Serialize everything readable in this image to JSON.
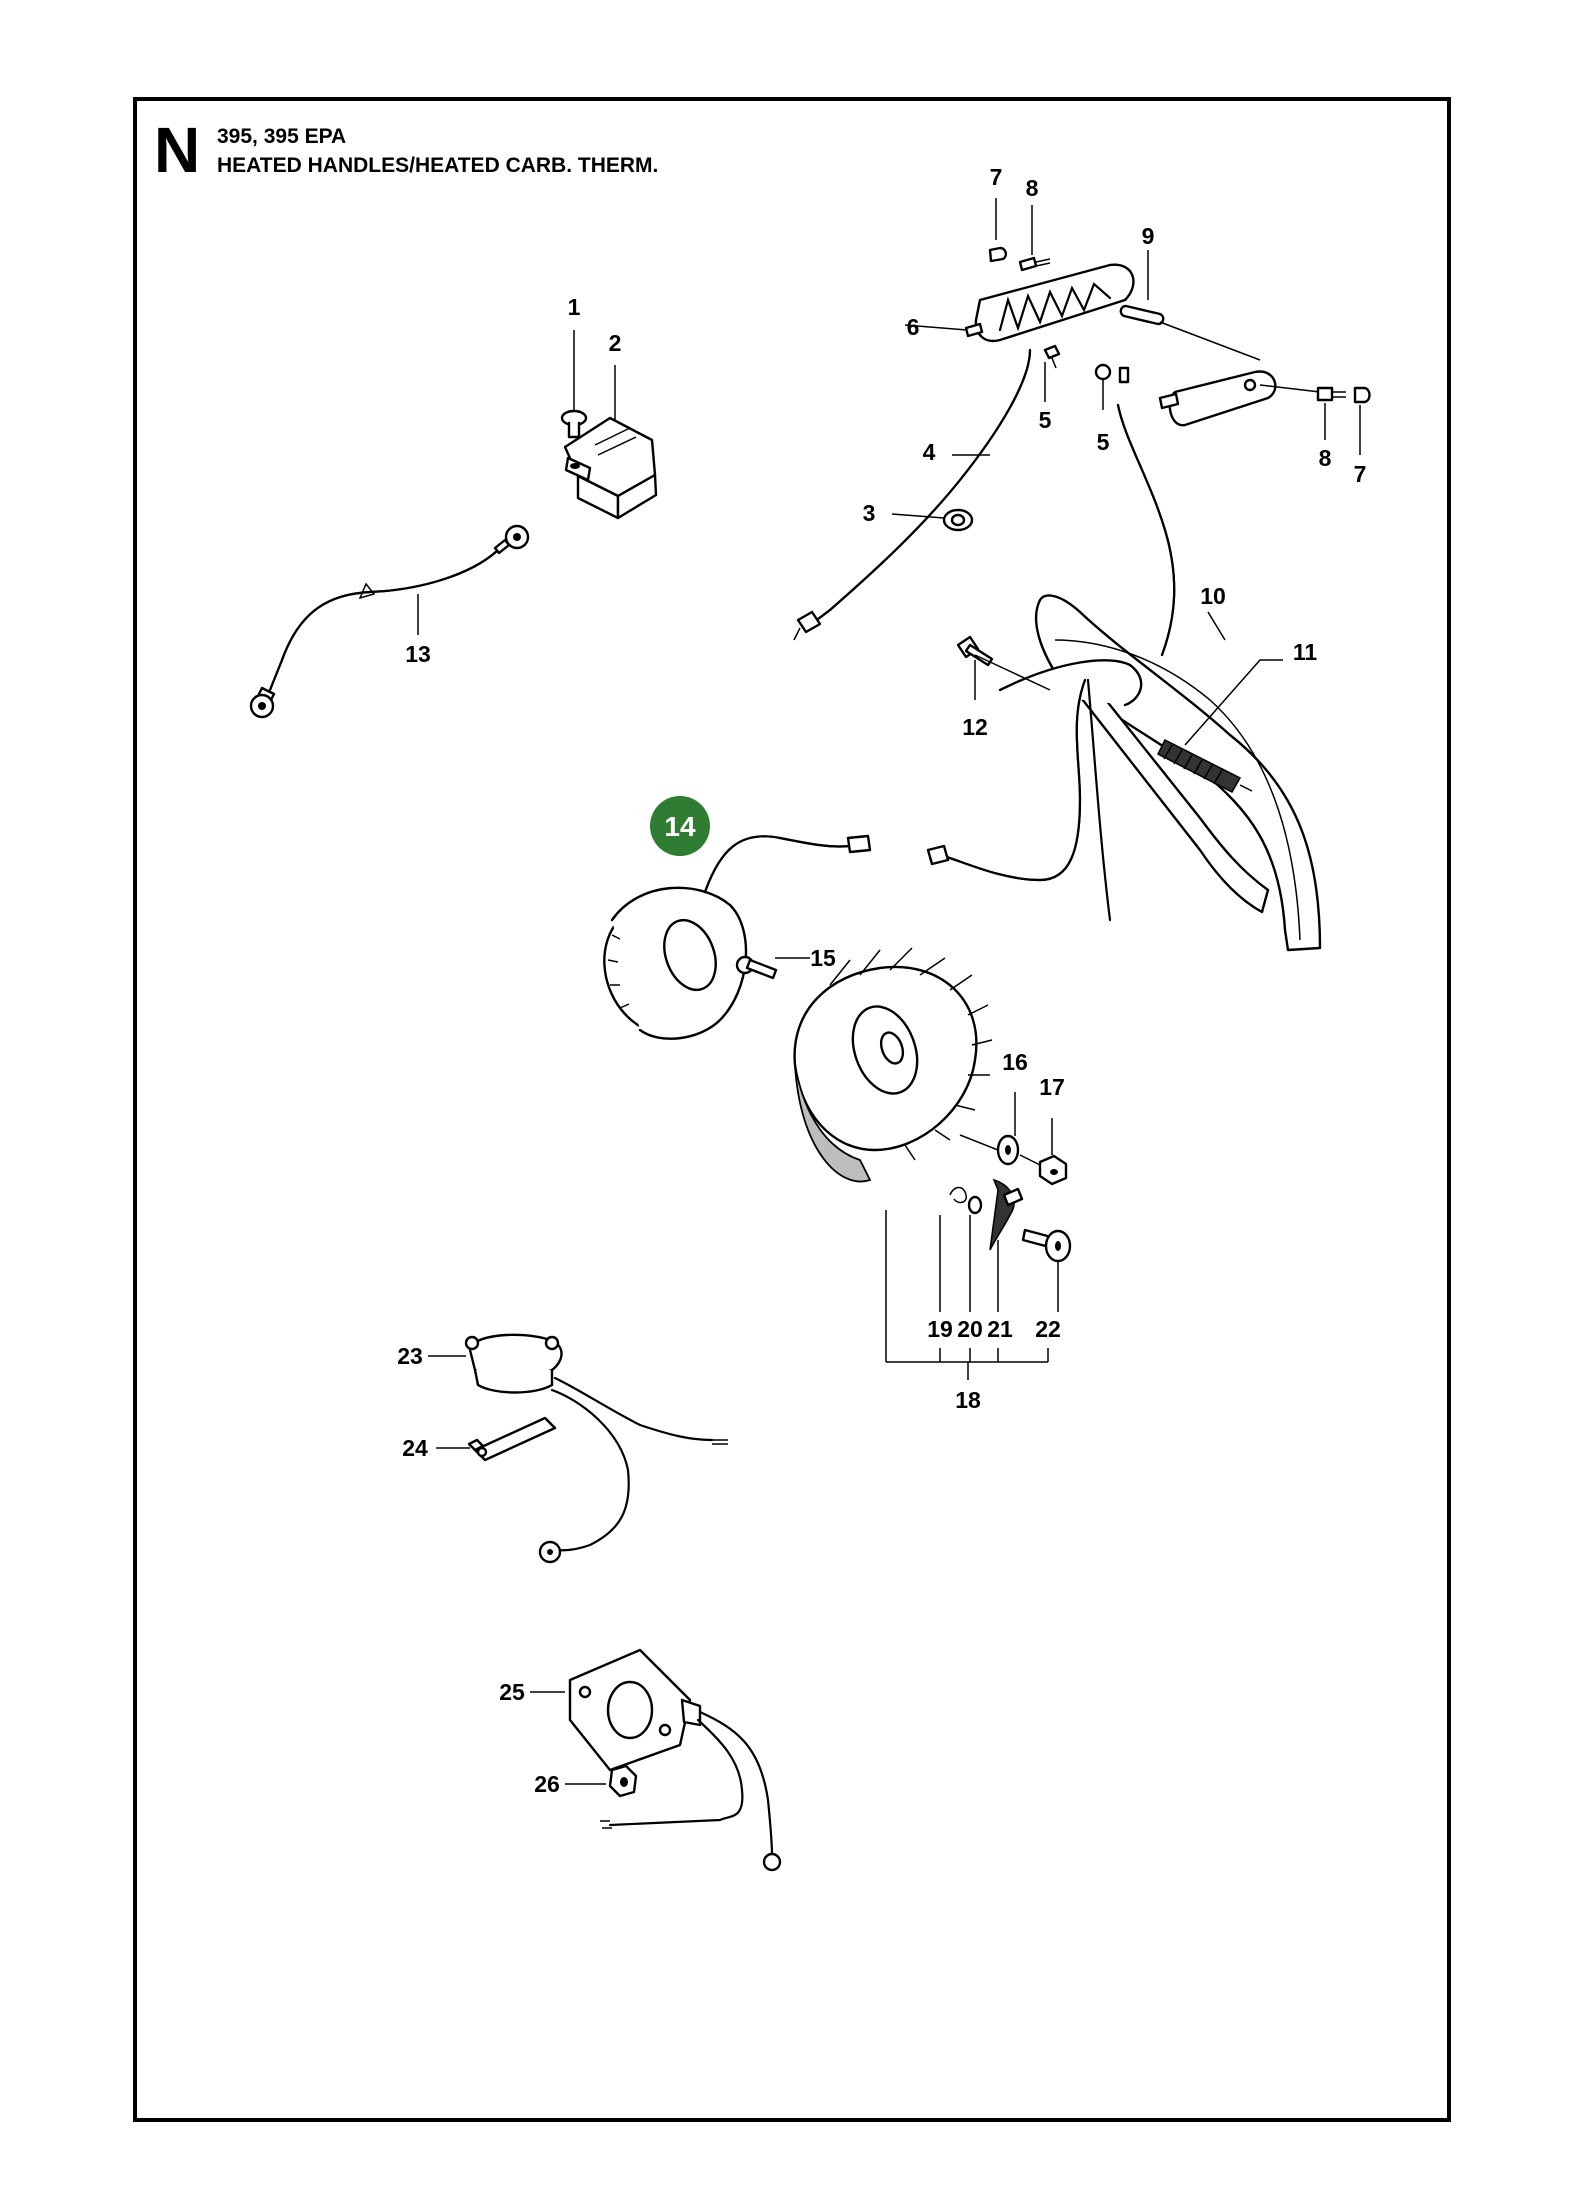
{
  "header": {
    "section_letter": "N",
    "models": "395, 395 EPA",
    "title": "HEATED HANDLES/HEATED CARB. THERM."
  },
  "highlight_color": "#2e7d32",
  "highlighted_part": "14",
  "part_labels": {
    "p1": "1",
    "p2": "2",
    "p3": "3",
    "p4": "4",
    "p5a": "5",
    "p5b": "5",
    "p6": "6",
    "p7a": "7",
    "p7b": "7",
    "p8a": "8",
    "p8b": "8",
    "p9": "9",
    "p10": "10",
    "p11": "11",
    "p12": "12",
    "p13": "13",
    "p14": "14",
    "p15": "15",
    "p16": "16",
    "p17": "17",
    "p18": "18",
    "p19": "19",
    "p20": "20",
    "p21": "21",
    "p22": "22",
    "p23": "23",
    "p24": "24",
    "p25": "25",
    "p26": "26"
  }
}
